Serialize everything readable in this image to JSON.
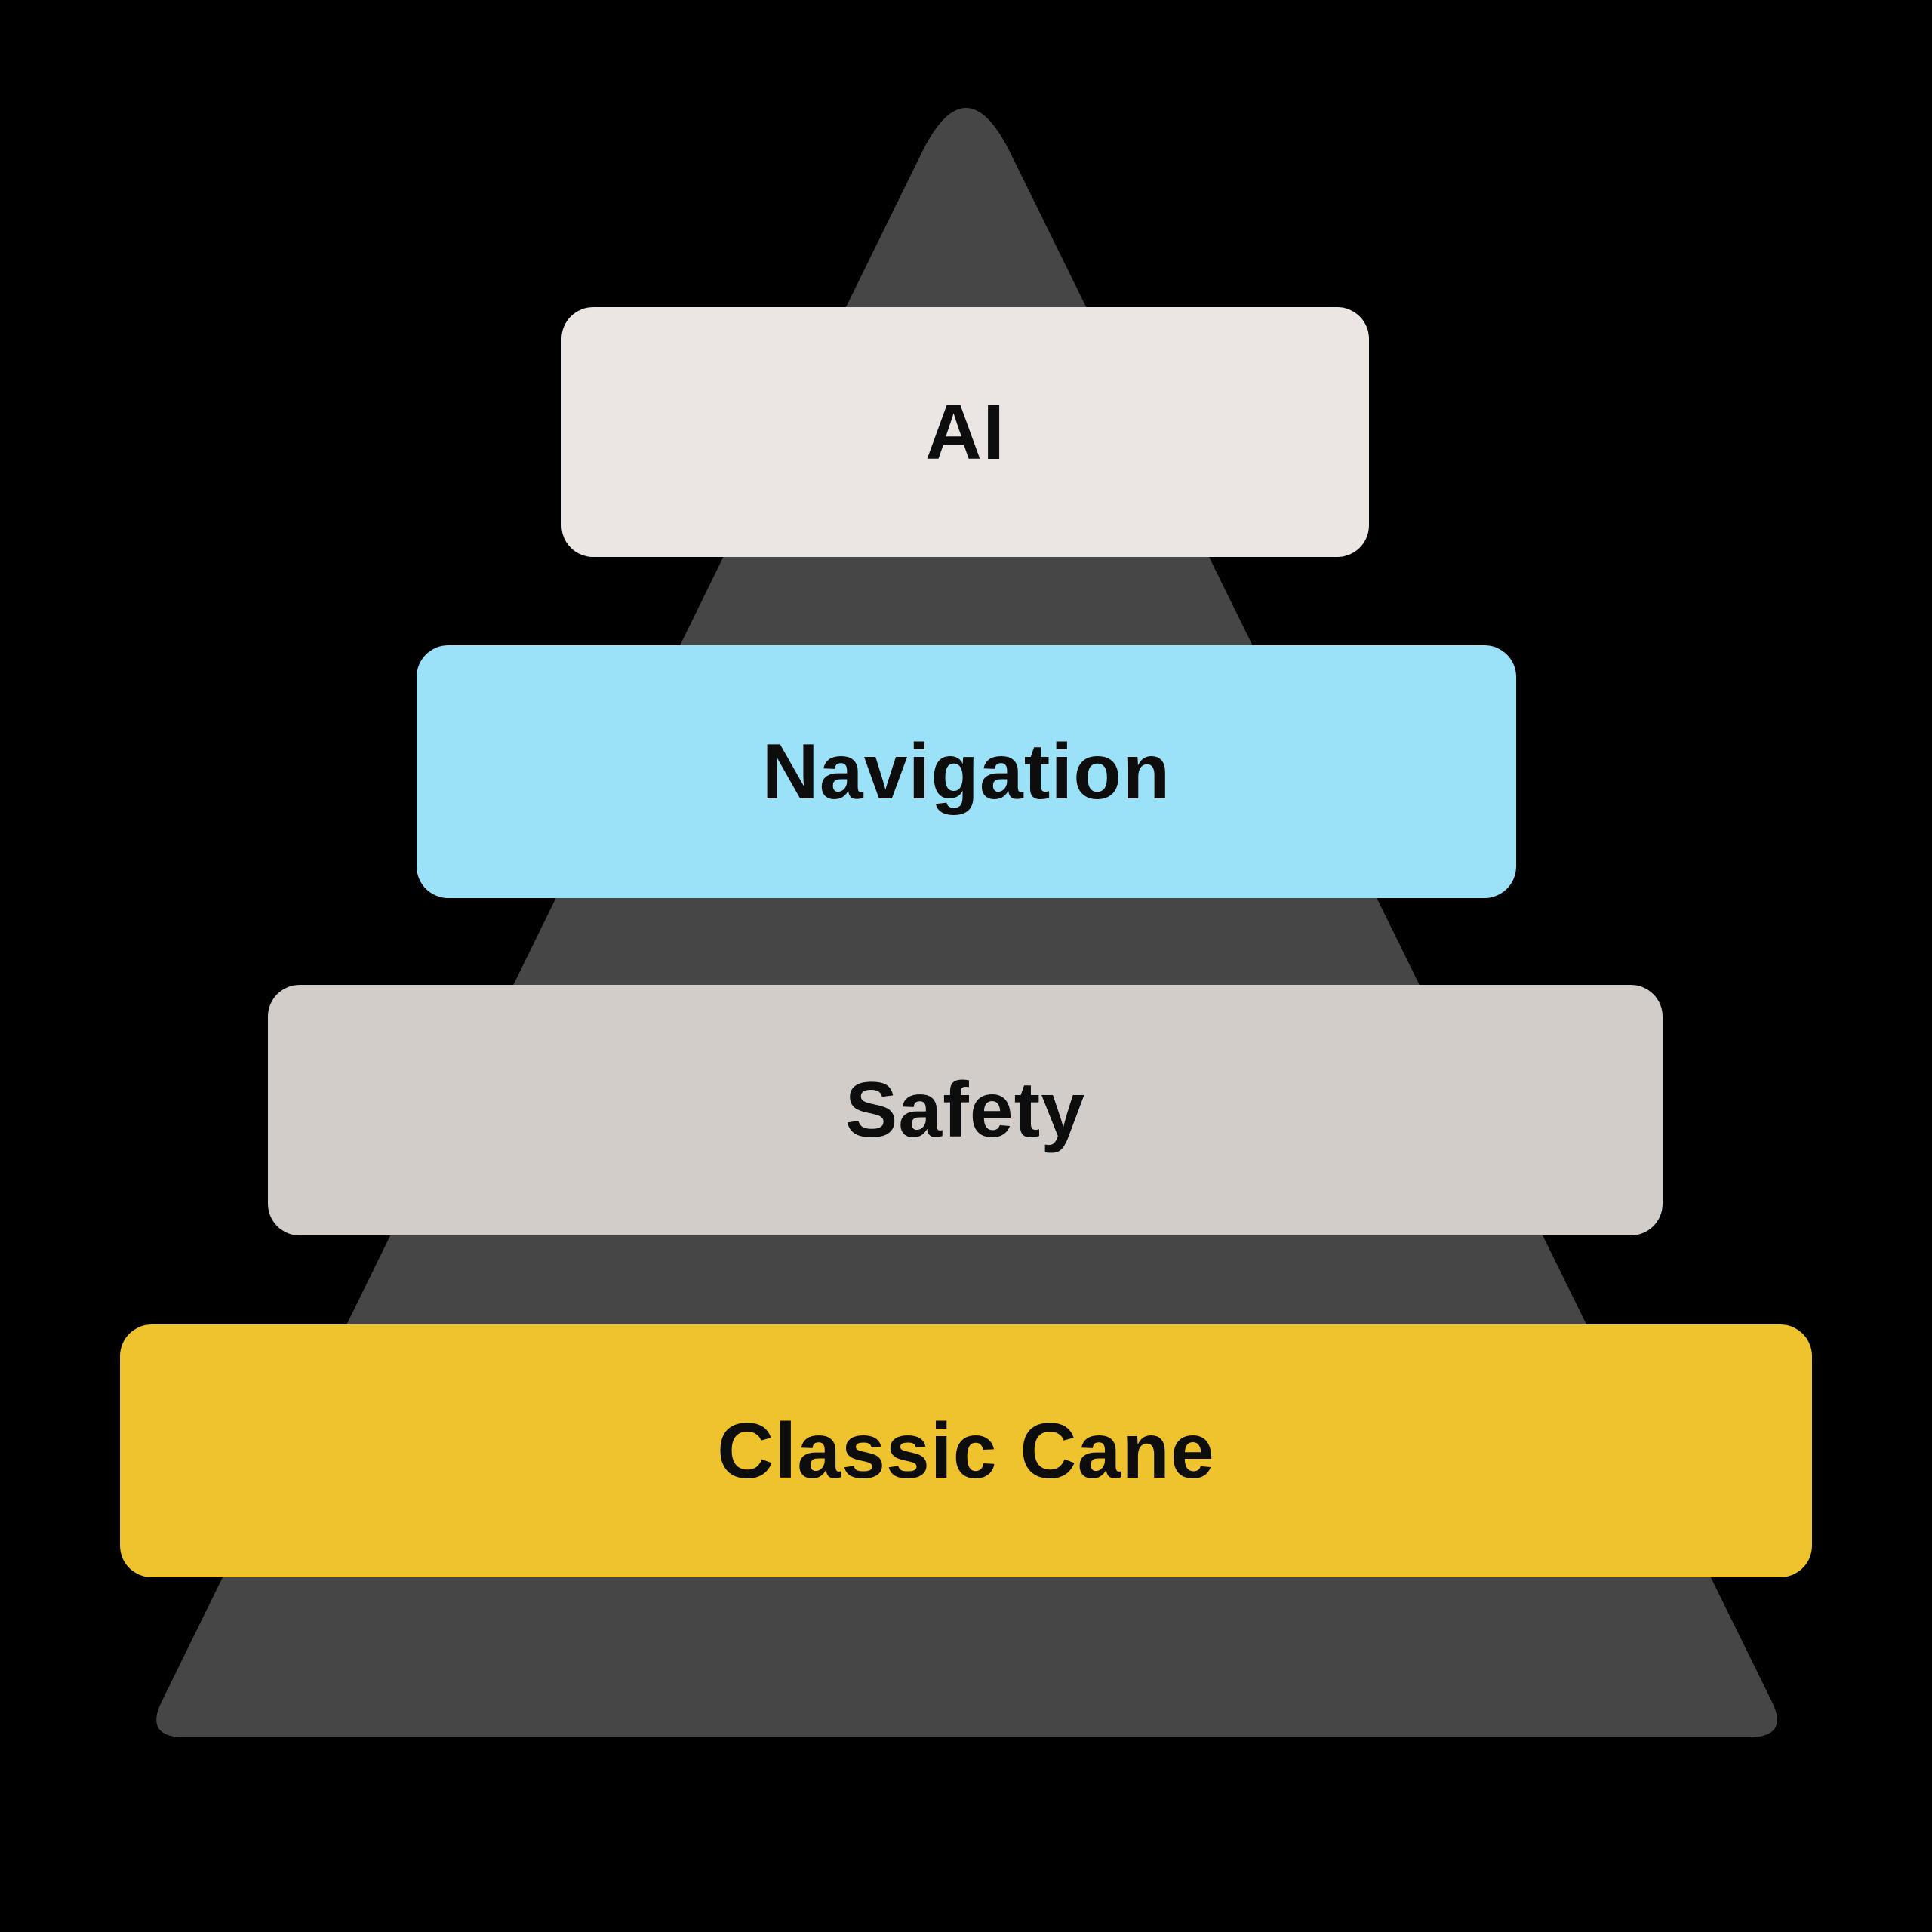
{
  "diagram": {
    "type": "pyramid",
    "background_color": "#000000",
    "pyramid_color": "#464646",
    "text_color": "#0D0D0D",
    "layers": [
      {
        "label": "AI",
        "fill": "#EBE6E3"
      },
      {
        "label": "Navigation",
        "fill": "#9BE2F8"
      },
      {
        "label": "Safety",
        "fill": "#D2CDC9"
      },
      {
        "label": "Classic Cane",
        "fill": "#EFC32D"
      }
    ]
  }
}
